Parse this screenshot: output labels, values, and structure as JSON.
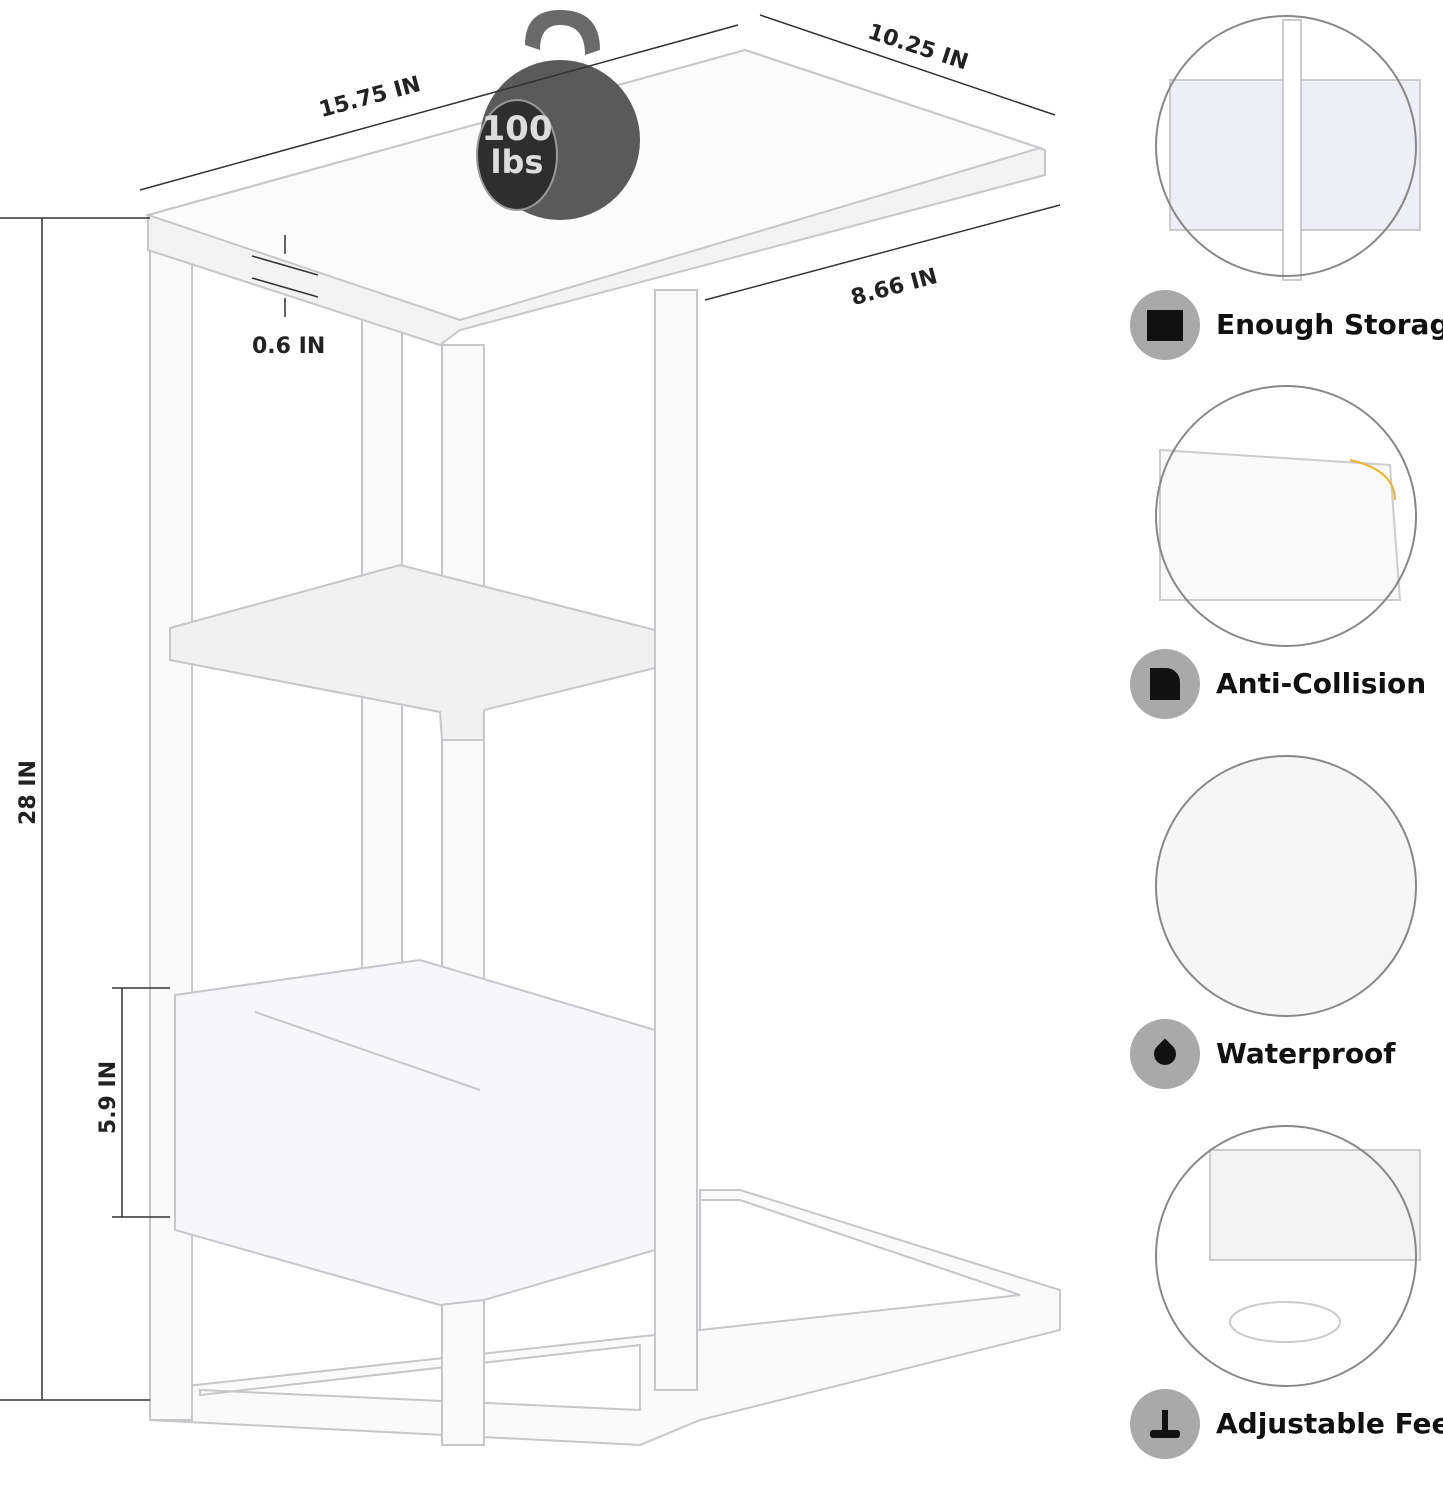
{
  "dimensions": {
    "top_width": "15.75 IN",
    "top_depth": "10.25 IN",
    "thickness": "0.6 IN",
    "overhang": "8.66 IN",
    "height": "28 IN",
    "basket_height": "5.9 IN"
  },
  "weight_badge": {
    "value": "100",
    "unit": "lbs"
  },
  "features": [
    {
      "label": "Enough Storage",
      "icon": "storage-box-icon"
    },
    {
      "label": "Anti-Collision",
      "icon": "rounded-corner-icon"
    },
    {
      "label": "Waterproof",
      "icon": "water-drop-icon"
    },
    {
      "label": "Adjustable Feet",
      "icon": "screw-foot-icon"
    }
  ],
  "colors": {
    "frame": "#ffffff",
    "outline": "#c8c8cc",
    "icon_bg": "#a9a9a9",
    "accent_edge": "#f0b030"
  }
}
